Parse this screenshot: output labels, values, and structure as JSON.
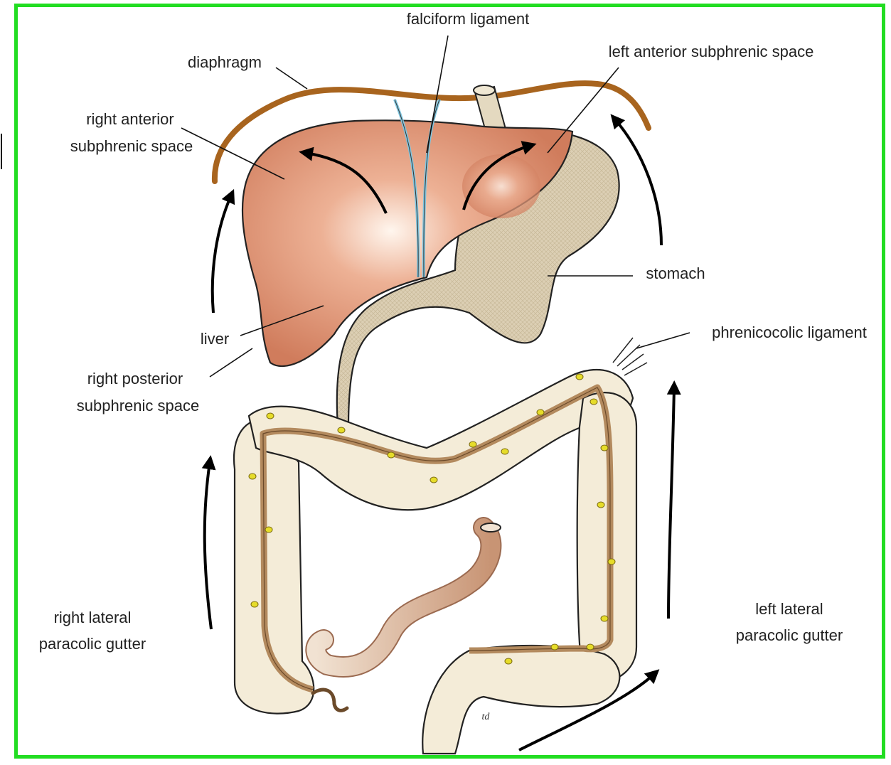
{
  "labels": {
    "falciform": "falciform ligament",
    "diaphragm": "diaphragm",
    "left_ant_subphrenic": "left anterior subphrenic space",
    "right_ant_subphrenic_1": "right anterior",
    "right_ant_subphrenic_2": "subphrenic space",
    "stomach": "stomach",
    "liver": "liver",
    "phrenicocolic": "phrenicocolic ligament",
    "right_post_subphrenic_1": "right posterior",
    "right_post_subphrenic_2": "subphrenic space",
    "right_lateral_1": "right lateral",
    "right_lateral_2": "paracolic gutter",
    "left_lateral_1": "left lateral",
    "left_lateral_2": "paracolic gutter",
    "signature": "td"
  },
  "colors": {
    "frame": "#22dd22",
    "diaphragm": "#a8641e",
    "liver": "#d9896a",
    "stomach": "#d9cdb2",
    "colon": "#f4ecd8",
    "taenia": "#b38a5e",
    "appendix_fat": "#e6dc2a",
    "falciform": "#7fc6e0"
  }
}
